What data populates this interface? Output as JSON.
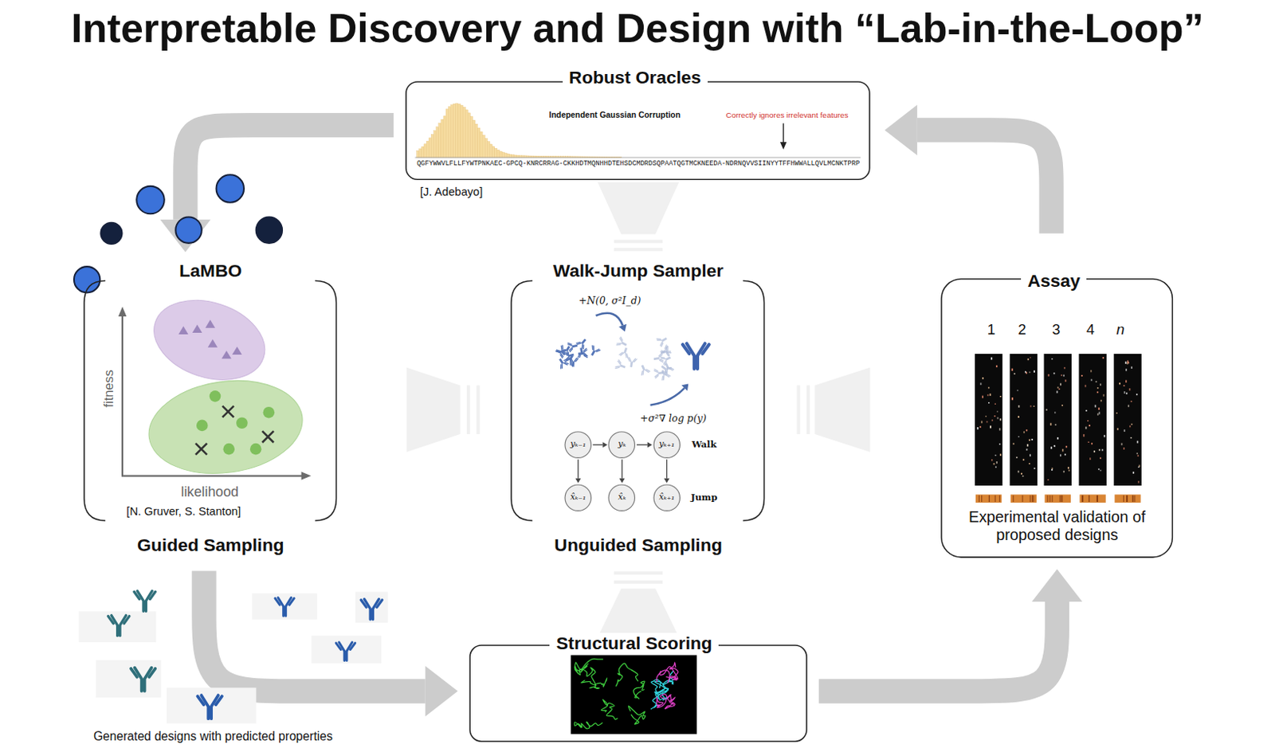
{
  "diagram": {
    "title": "Interpretable Discovery and Design with “Lab-in-the-Loop”",
    "nodes": [
      {
        "text": [
          "Robust Oracles",
          "Independent Gaussian Corruption",
          "Correctly ignores irrelevant features",
          "QGFYWWVLFLLFYWTPNKAEC-GPCQ-KNRCRRAG-CKKHDTMQNHHDTEHSDCMDRDSQPAATQGTMCKNEEDA-NDRNQVVSIINYYTFFHWWALLQVLMCNKTPRP"
        ]
      },
      {
        "text": [
          "LaMBO",
          "fitness",
          "likelihood",
          "[N. Gruver, S. Stanton]",
          "Guided Sampling"
        ]
      },
      {
        "text": [
          "Walk-Jump Sampler",
          "+N(0, σ²I_d)",
          "+σ²∇ log p(y)",
          "Walk",
          "Jump",
          "Unguided Sampling"
        ]
      },
      {
        "text": [
          "yₖ₋₁"
        ],
        "in": 2
      },
      {
        "text": [
          "yₖ"
        ],
        "in": 2
      },
      {
        "text": [
          "yₖ₊₁"
        ],
        "in": 2
      },
      {
        "text": [
          "x̂ₖ₋₁"
        ],
        "in": 2
      },
      {
        "text": [
          "x̂ₖ"
        ],
        "in": 2
      },
      {
        "text": [
          "x̂ₖ₊₁"
        ],
        "in": 2
      },
      {
        "text": [
          "Assay",
          "1",
          "2",
          "3",
          "4",
          "n",
          "Experimental validation of proposed designs"
        ]
      },
      {
        "text": [
          "Structural Scoring"
        ]
      }
    ],
    "edges": [
      {
        "from": 0,
        "to": 1,
        "arrow": "to"
      },
      {
        "from": 1,
        "to": 10,
        "arrow": "to"
      },
      {
        "from": 10,
        "to": 9,
        "arrow": "to"
      },
      {
        "from": 9,
        "to": 0,
        "arrow": "to"
      },
      {
        "from": 3,
        "to": 4,
        "arrow": "to"
      },
      {
        "from": 4,
        "to": 5,
        "arrow": "to"
      },
      {
        "from": 3,
        "to": 6,
        "arrow": "to"
      },
      {
        "from": 4,
        "to": 7,
        "arrow": "to"
      },
      {
        "from": 5,
        "to": 8,
        "arrow": "to"
      }
    ],
    "labels": [
      "[J. Adebayo]",
      "Generated designs with predicted properties"
    ]
  }
}
